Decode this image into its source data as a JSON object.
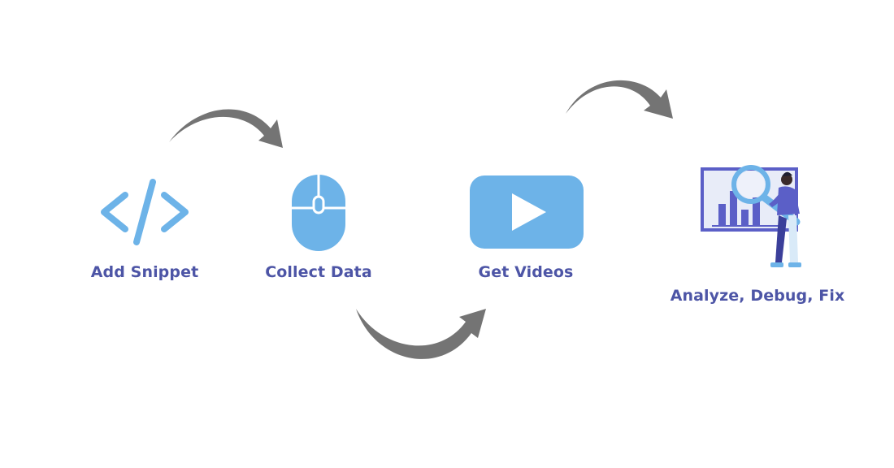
{
  "steps": [
    {
      "id": "snippet",
      "label": "Add Snippet",
      "icon": "code-icon"
    },
    {
      "id": "collect",
      "label": "Collect Data",
      "icon": "mouse-icon"
    },
    {
      "id": "videos",
      "label": "Get Videos",
      "icon": "play-icon"
    },
    {
      "id": "analyze",
      "label": "Analyze, Debug, Fix",
      "icon": "analyst-illustration"
    }
  ],
  "colors": {
    "icon_blue": "#6db3e8",
    "label_blue": "#4d55a6",
    "arrow_gray": "#747474",
    "panel_bg": "#e8ecf8",
    "panel_border": "#5b5fc7",
    "navy": "#3b3f9a"
  }
}
